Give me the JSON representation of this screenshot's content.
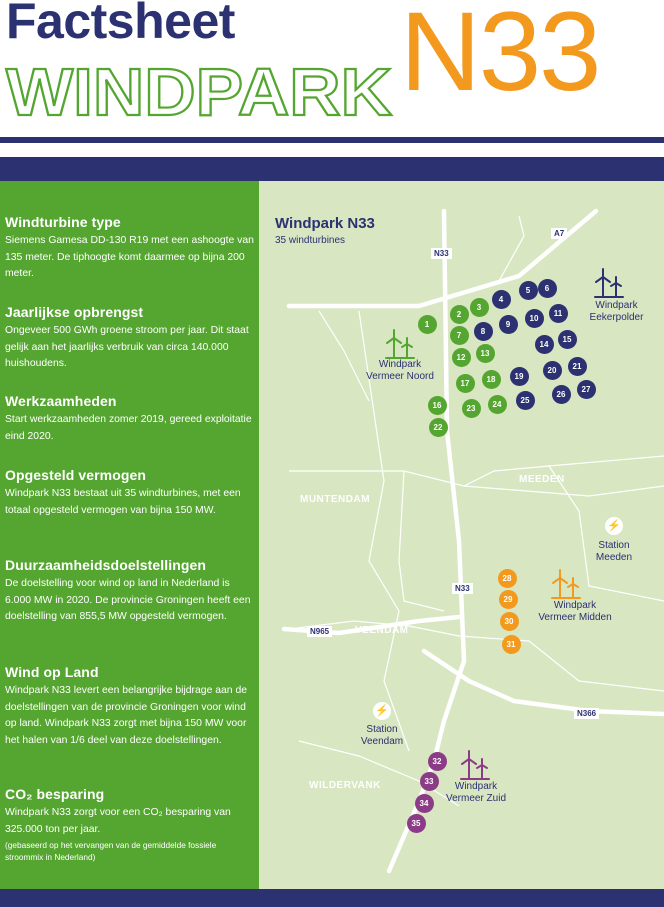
{
  "header": {
    "title": "Factsheet",
    "subtitle": "WINDPARK",
    "code": "N33"
  },
  "colors": {
    "navy": "#2b3171",
    "green": "#55a630",
    "orange": "#f39a1e",
    "purple": "#8c3b86",
    "map_bg": "#d8e6c2"
  },
  "sections": [
    {
      "title": "Windturbine type",
      "text": "Siemens Gamesa DD-130 R19 met een ashoogte van 135 meter. De tiphoogte komt daarmee op bijna 200 meter."
    },
    {
      "title": "Jaarlijkse opbrengst",
      "text": "Ongeveer 500 GWh groene stroom per jaar. Dit staat gelijk aan het jaarlijks verbruik van circa 140.000 huishoudens."
    },
    {
      "title": "Werkzaamheden",
      "text": "Start werkzaamheden zomer 2019, gereed exploitatie eind 2020."
    },
    {
      "title": "Opgesteld vermogen",
      "text": "Windpark N33 bestaat uit 35 windturbines, met een totaal opgesteld vermogen van bijna 150 MW."
    },
    {
      "title": "Duurzaamheidsdoelstellingen",
      "text": "De doelstelling voor wind op land in Nederland is 6.000 MW in 2020. De provincie Groningen heeft een doelstelling van 855,5 MW opgesteld vermogen."
    },
    {
      "title": "Wind op Land",
      "text": "Windpark N33 levert een belangrijke bijdrage aan de doelstellingen van de provincie Groningen voor wind op land. Windpark N33 zorgt met bijna 150 MW voor het halen van 1/6 deel van deze doelstellingen."
    },
    {
      "title": "CO₂ besparing",
      "text": "Windpark N33 zorgt voor een CO₂ besparing van 325.000 ton per jaar.",
      "note": "(gebaseerd op het vervangen van de gemiddelde fossiele stroommix in Nederland)"
    }
  ],
  "map": {
    "title": "Windpark N33",
    "subtitle": "35 windturbines",
    "road_labels": [
      "N33",
      "A7",
      "N33",
      "N965",
      "N366"
    ],
    "places": [
      "MUNTENDAM",
      "MEEDEN",
      "VEENDAM",
      "WILDERVANK"
    ],
    "parks": [
      {
        "name": "Windpark Vermeer Noord",
        "line1": "Windpark",
        "line2": "Vermeer Noord",
        "color": "#55a630",
        "icon": "wind-turbine-icon"
      },
      {
        "name": "Windpark Eekerpolder",
        "line1": "Windpark",
        "line2": "Eekerpolder",
        "color": "#2b3171",
        "icon": "wind-turbine-icon"
      },
      {
        "name": "Windpark Vermeer Midden",
        "line1": "Windpark",
        "line2": "Vermeer Midden",
        "color": "#f39a1e",
        "icon": "wind-turbine-icon"
      },
      {
        "name": "Windpark Vermeer Zuid",
        "line1": "Windpark",
        "line2": "Vermeer Zuid",
        "color": "#8c3b86",
        "icon": "wind-turbine-icon"
      }
    ],
    "stations": [
      {
        "line1": "Station",
        "line2": "Meeden",
        "icon": "lightning-icon"
      },
      {
        "line1": "Station",
        "line2": "Veendam",
        "icon": "lightning-icon"
      }
    ],
    "turbines": [
      {
        "label": "1",
        "group": "green"
      },
      {
        "label": "2",
        "group": "green"
      },
      {
        "label": "3",
        "group": "green"
      },
      {
        "label": "4",
        "group": "navy"
      },
      {
        "label": "5",
        "group": "navy"
      },
      {
        "label": "6",
        "group": "navy"
      },
      {
        "label": "7",
        "group": "green"
      },
      {
        "label": "8",
        "group": "navy"
      },
      {
        "label": "9",
        "group": "navy"
      },
      {
        "label": "10",
        "group": "navy"
      },
      {
        "label": "11",
        "group": "navy"
      },
      {
        "label": "12",
        "group": "green"
      },
      {
        "label": "13",
        "group": "green"
      },
      {
        "label": "14",
        "group": "navy"
      },
      {
        "label": "15",
        "group": "navy"
      },
      {
        "label": "16",
        "group": "green"
      },
      {
        "label": "17",
        "group": "green"
      },
      {
        "label": "18",
        "group": "green"
      },
      {
        "label": "19",
        "group": "navy"
      },
      {
        "label": "20",
        "group": "navy"
      },
      {
        "label": "21",
        "group": "navy"
      },
      {
        "label": "22",
        "group": "green"
      },
      {
        "label": "23",
        "group": "green"
      },
      {
        "label": "24",
        "group": "green"
      },
      {
        "label": "25",
        "group": "navy"
      },
      {
        "label": "26",
        "group": "navy"
      },
      {
        "label": "27",
        "group": "navy"
      },
      {
        "label": "28",
        "group": "orange"
      },
      {
        "label": "29",
        "group": "orange"
      },
      {
        "label": "30",
        "group": "orange"
      },
      {
        "label": "31",
        "group": "orange"
      },
      {
        "label": "32",
        "group": "purple"
      },
      {
        "label": "33",
        "group": "purple"
      },
      {
        "label": "34",
        "group": "purple"
      },
      {
        "label": "35",
        "group": "purple"
      }
    ]
  }
}
